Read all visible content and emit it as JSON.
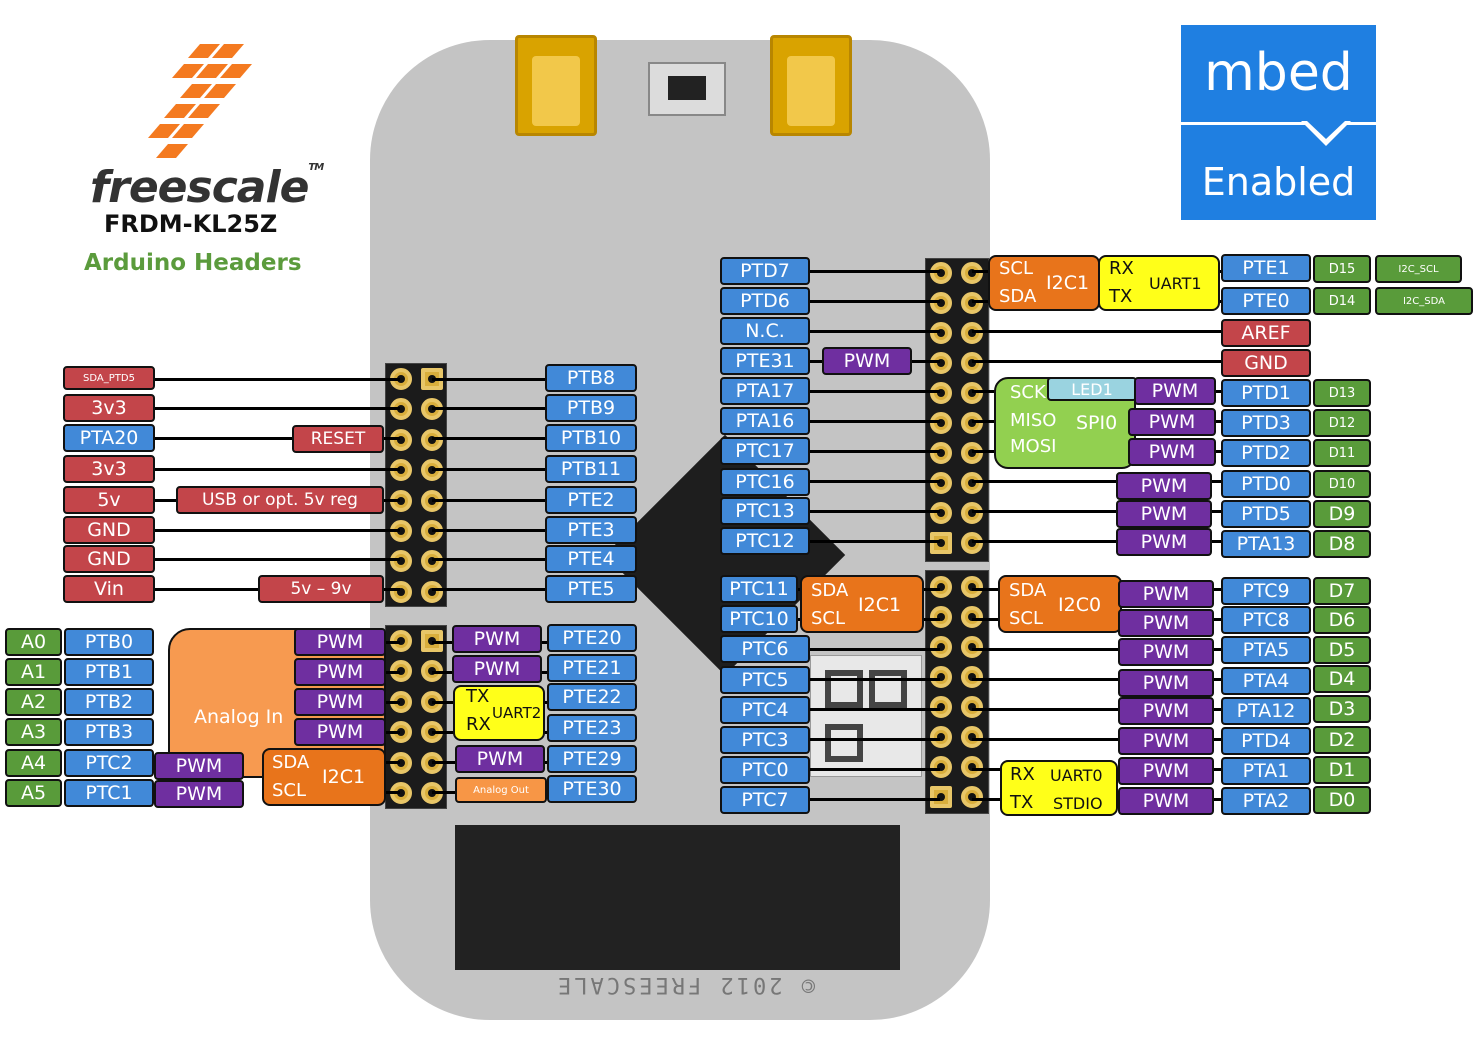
{
  "branding": {
    "logo_text": "freescale",
    "trademark": "TM",
    "board_name": "FRDM-KL25Z",
    "subtitle": "Arduino Headers",
    "mbed_top": "mbed",
    "mbed_bottom": "Enabled",
    "board_silk_text": "© 2012 FREESCALE"
  },
  "left_outer": {
    "left_col": [
      "SDA_PTD5",
      "3v3",
      "PTA20",
      "3v3",
      "5v",
      "GND",
      "GND",
      "Vin"
    ],
    "mid_labels": {
      "reset": "RESET",
      "usb": "USB or opt. 5v reg",
      "vin": "5v – 9v"
    },
    "right_col": [
      "PTB8",
      "PTB9",
      "PTB10",
      "PTB11",
      "PTE2",
      "PTE3",
      "PTE4",
      "PTE5"
    ]
  },
  "left_lower": {
    "arduino": [
      "A0",
      "A1",
      "A2",
      "A3",
      "A4",
      "A5"
    ],
    "ports": [
      "PTB0",
      "PTB1",
      "PTB2",
      "PTB3",
      "PTC2",
      "PTC1"
    ],
    "analog_in": "Analog In",
    "pwm": "PWM",
    "i2c1": {
      "sda": "SDA",
      "scl": "SCL",
      "name": "I2C1"
    },
    "right_ports": [
      "PTE20",
      "PTE21",
      "PTE22",
      "PTE23",
      "PTE29",
      "PTE30"
    ],
    "uart2": {
      "tx": "TX",
      "rx": "RX",
      "name": "UART2"
    },
    "analog_out": "Analog Out"
  },
  "right_upper": {
    "inner_ports": [
      "PTD7",
      "PTD6",
      "N.C.",
      "PTE31",
      "PTA17",
      "PTA16",
      "PTC17",
      "PTC16",
      "PTC13",
      "PTC12"
    ],
    "pwm": "PWM",
    "i2c1": {
      "scl": "SCL",
      "sda": "SDA",
      "name": "I2C1"
    },
    "uart1": {
      "rx": "RX",
      "tx": "TX",
      "name": "UART1"
    },
    "spi0": {
      "sck": "SCK",
      "miso": "MISO",
      "mosi": "MOSI",
      "name": "SPI0",
      "led": "LED1"
    },
    "outer_ports": [
      "PTE1",
      "PTE0",
      "AREF",
      "GND",
      "PTD1",
      "PTD3",
      "PTD2",
      "PTD0",
      "PTD5",
      "PTA13"
    ],
    "arduino": [
      "D15",
      "D14",
      "D13",
      "D12",
      "D11",
      "D10",
      "D9",
      "D8"
    ],
    "i2c_labels": [
      "I2C_SCL",
      "I2C_SDA"
    ]
  },
  "right_lower": {
    "inner_ports": [
      "PTC11",
      "PTC10",
      "PTC6",
      "PTC5",
      "PTC4",
      "PTC3",
      "PTC0",
      "PTC7"
    ],
    "i2c1": {
      "sda": "SDA",
      "scl": "SCL",
      "name": "I2C1"
    },
    "i2c0": {
      "sda": "SDA",
      "scl": "SCL",
      "name": "I2C0"
    },
    "uart0": {
      "rx": "RX",
      "tx": "TX",
      "name": "UART0",
      "name2": "STDIO"
    },
    "pwm": "PWM",
    "outer_ports": [
      "PTC9",
      "PTC8",
      "PTA5",
      "PTA4",
      "PTA12",
      "PTD4",
      "PTA1",
      "PTA2"
    ],
    "arduino": [
      "D7",
      "D6",
      "D5",
      "D4",
      "D3",
      "D2",
      "D1",
      "D0"
    ]
  }
}
